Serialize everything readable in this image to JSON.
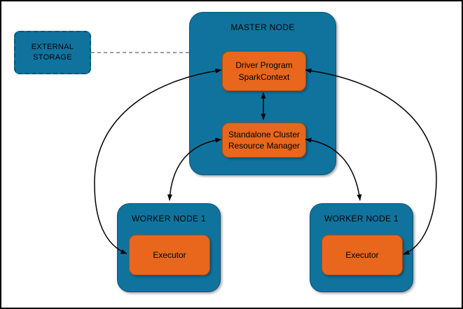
{
  "diagram": {
    "external_storage": {
      "label_line1": "EXTERNAL",
      "label_line2": "STORAGE"
    },
    "master_node": {
      "title": "MASTER NODE",
      "driver": {
        "line1": "Driver Program",
        "line2": "SparkContext"
      },
      "resource_manager": {
        "line1": "Standalone Cluster",
        "line2": "Resource Manager"
      }
    },
    "worker_left": {
      "title": "WORKER NODE 1",
      "executor_label": "Executor"
    },
    "worker_right": {
      "title": "WORKER NODE 1",
      "executor_label": "Executor"
    },
    "colors": {
      "node_blue": "#10739E",
      "node_blue_border": "#0A5375",
      "box_orange": "#E8671C",
      "box_orange_border": "#B5490B",
      "arrow": "#000000",
      "dashed_link": "#7F7F7F",
      "background": "#FFFFFF"
    }
  }
}
